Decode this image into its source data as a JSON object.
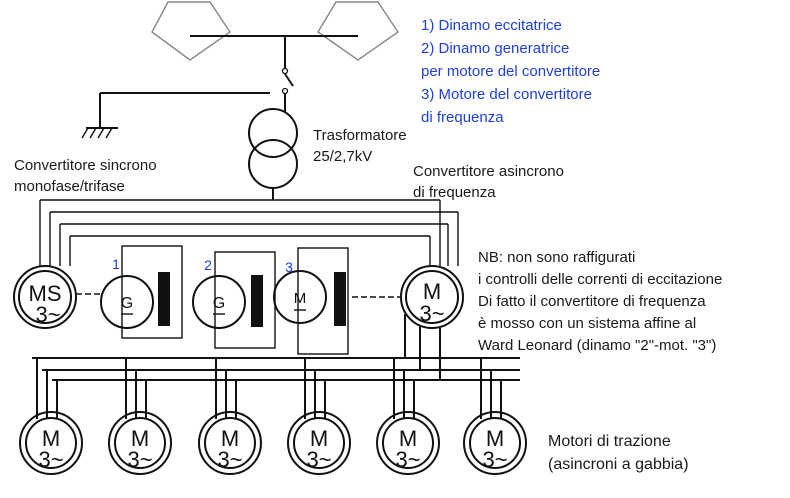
{
  "legend": [
    "1) Dinamo eccitatrice",
    "2) Dinamo generatrice",
    "per motore del convertitore",
    "3) Motore del convertitore",
    "di frequenza"
  ],
  "transformer": {
    "name": "Trasformatore",
    "rating": "25/2,7kV"
  },
  "sync_converter": {
    "line1": "Convertitore sincrono",
    "line2": "monofase/trifase"
  },
  "async_converter": {
    "line1": "Convertitore asincrono",
    "line2": "di frequenza"
  },
  "note": [
    "NB: non sono raffigurati",
    "i controlli delle correnti di eccitazione",
    "Di fatto il convertitore di frequenza",
    "è mosso con un sistema affine al",
    "Ward Leonard (dinamo \"2\"-mot. \"3\")"
  ],
  "machines": {
    "ms": {
      "top": "MS",
      "bottom": "3~"
    },
    "g1": {
      "label": "G",
      "number": "1"
    },
    "g2": {
      "label": "G",
      "number": "2"
    },
    "m3": {
      "label": "M",
      "number": "3"
    },
    "mc": {
      "top": "M",
      "bottom": "3~"
    }
  },
  "traction_motor": {
    "top": "M",
    "bottom": "3~"
  },
  "traction_label": {
    "line1": "Motori di trazione",
    "line2": "(asincroni a gabbia)"
  },
  "colors": {
    "text": "#1a1a1a",
    "accent_blue": "#1f3fd6",
    "line": "#111111",
    "pantograph_line": "#888888"
  }
}
